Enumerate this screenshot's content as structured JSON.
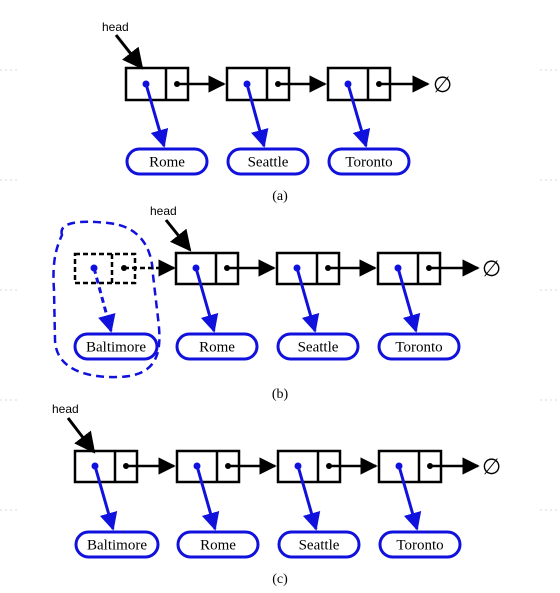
{
  "colors": {
    "pointer": "#1111dd",
    "outline": "#000000",
    "background": "#ffffff",
    "guide": "#d9d9d9"
  },
  "panels": [
    {
      "id": "a",
      "caption": "(a)",
      "head_label": "head",
      "null_symbol": "∅",
      "nodes": [
        "Rome",
        "Seattle",
        "Toronto"
      ],
      "new_node": null
    },
    {
      "id": "b",
      "caption": "(b)",
      "head_label": "head",
      "null_symbol": "∅",
      "nodes": [
        "Rome",
        "Seattle",
        "Toronto"
      ],
      "new_node": "Baltimore"
    },
    {
      "id": "c",
      "caption": "(c)",
      "head_label": "head",
      "null_symbol": "∅",
      "nodes": [
        "Baltimore",
        "Rome",
        "Seattle",
        "Toronto"
      ],
      "new_node": null
    }
  ]
}
